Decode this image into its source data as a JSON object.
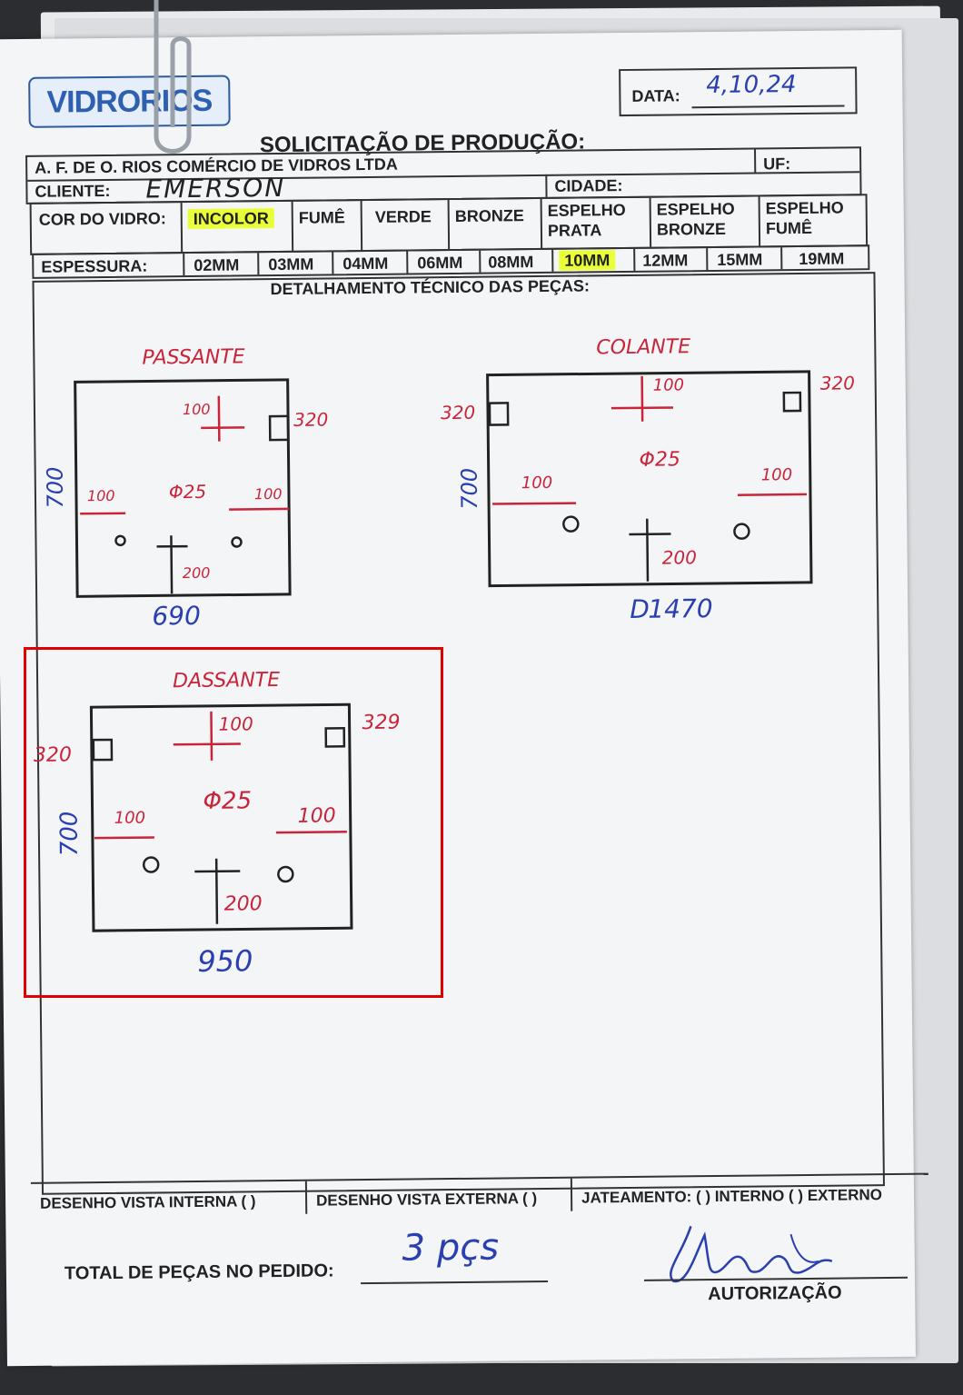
{
  "header": {
    "logo": "VIDRORIOS",
    "date_label": "DATA:",
    "date_value": "4,10,24",
    "title": "SOLICITAÇÃO DE PRODUÇÃO:",
    "company": "A. F. DE O. RIOS COMÉRCIO DE VIDROS LTDA"
  },
  "client": {
    "label": "CLIENTE:",
    "value": "EMERSON",
    "city_label": "CIDADE:",
    "uf_label": "UF:"
  },
  "glass_color": {
    "label": "COR DO VIDRO:",
    "options": [
      "INCOLOR",
      "FUMÊ",
      "VERDE",
      "BRONZE",
      "ESPELHO PRATA",
      "ESPELHO BRONZE",
      "ESPELHO FUMÊ"
    ],
    "selected": "INCOLOR",
    "highlight_color": "#e8ff3a"
  },
  "thickness": {
    "label": "ESPESSURA:",
    "options": [
      "02MM",
      "03MM",
      "04MM",
      "06MM",
      "08MM",
      "10MM",
      "12MM",
      "15MM",
      "19MM"
    ],
    "selected": "10MM"
  },
  "details_title": "DETALHAMENTO TÉCNICO DAS PEÇAS:",
  "pieces": [
    {
      "type": "PASSANTE",
      "width": "690",
      "height": "700",
      "hole_diameter": "Φ25",
      "notes": [
        "100",
        "100",
        "100",
        "200",
        "320"
      ]
    },
    {
      "type": "COLANTE",
      "width": "1470",
      "width_prefix": "D",
      "height": "700",
      "hole_diameter": "Φ25",
      "notes": [
        "100",
        "100",
        "100",
        "200",
        "320",
        "320"
      ]
    },
    {
      "type": "DASSANTE",
      "width": "950",
      "height": "700",
      "hole_diameter": "Φ25",
      "notes": [
        "100",
        "100",
        "100",
        "200",
        "320",
        "329"
      ]
    }
  ],
  "footer": {
    "internal_view": "DESENHO VISTA INTERNA ( )",
    "external_view": "DESENHO VISTA EXTERNA ( )",
    "sandblasting": "JATEAMENTO: ( ) INTERNO ( ) EXTERNO",
    "total_label": "TOTAL DE PEÇAS NO PEDIDO:",
    "total_value": "3 pçs",
    "auth_label": "AUTORIZAÇÃO"
  },
  "colors": {
    "ink_blue": "#2a3fb0",
    "ink_red": "#c8253a",
    "annotation_box": "#e00000"
  }
}
